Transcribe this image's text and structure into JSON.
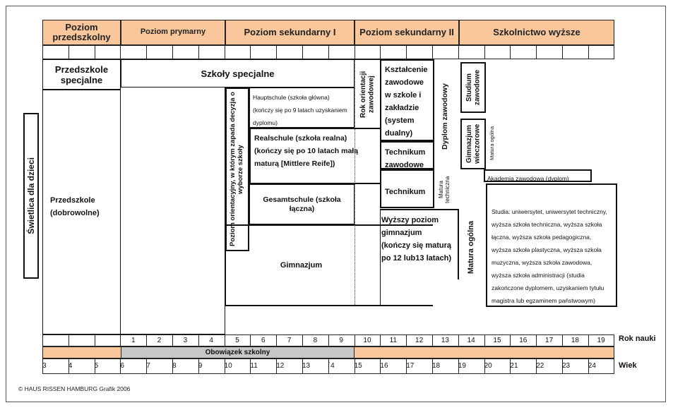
{
  "headers": {
    "preschool": "Poziom przedszkolny",
    "primary": "Poziom prymarny",
    "secondary1": "Poziom sekundarny I",
    "secondary2": "Poziom sekundarny II",
    "higher": "Szkolnictwo wyższe"
  },
  "boxes": {
    "swietlica": "Świetlica dla dzieci",
    "przedszkole_specjalne": "Przedszkole specjalne",
    "szkoly_specjalne": "Szkoły specjalne",
    "przedszkole": "Przedszkole (dobrowolne)",
    "poziom_orientacyjny": "Poziom orientacyjny, w którym zapada decyzja o wyborze szkoły",
    "hauptschule": "Hauptschule (szkoła główna) (kończy się po 9 latach uzyskaniem dyplomu)",
    "realschule": "Realschule (szkoła realna) (kończy się po 10 latach małą maturą [Mittlere Reife])",
    "gesamtschule": "Gesamtschule (szkoła łączna)",
    "gimnazjum": "Gimnazjum",
    "rok_orientacji": "Rok orientacji zawodowej",
    "ksztalcenie": "Kształcenie zawodowe w szkole i zakładzie (system dualny)",
    "technikum_zawodowe": "Technikum zawodowe",
    "technikum": "Technikum",
    "wyzszy_poziom": "Wyższy poziom gimnazjum (kończy się maturą po 12 lub13 latach)",
    "dyplom_zawodowy": "Dyplom zawodowy",
    "matura_techniczna": "Matura techniczna",
    "matura_ogolna_big": "Matura ogólna",
    "studium_zawodowe": "Studium zawodowe",
    "gimnazjum_wieczorowe": "Gimnazjum wieczorowe",
    "matura_ogolna_small": "Matura ogólna",
    "akademia": "Akademia zawodowa (dyplom)",
    "studia": "Studia: uniwersytet, uniwersytet techniczny, wyższa szkoła techniczna, wyższa szkoła łączna, wyższa szkoła pedagogiczna, wyższa szkoła plastyczna, wyższa szkoła muzyczna, wyższa szkoła zawodowa, wyższa szkoła administracji (studia zakończone dyplomem, uzyskaniem tytułu magistra lub egzaminem państwowym)"
  },
  "years": [
    "1",
    "2",
    "3",
    "4",
    "5",
    "6",
    "7",
    "8",
    "9",
    "10",
    "11",
    "12",
    "13",
    "14",
    "15",
    "16",
    "17",
    "18",
    "19"
  ],
  "years_label": "Rok nauki",
  "compulsory": "Obowiązek szkolny",
  "ages": [
    "3",
    "4",
    "5",
    "6",
    "7",
    "8",
    "9",
    "10",
    "11",
    "12",
    "13",
    "´4",
    "15",
    "16",
    "17",
    "18",
    "19",
    "20",
    "21",
    "22",
    "23",
    "24"
  ],
  "ages_label": "Wiek",
  "credit": "© HAUS RISSEN HAMBURG Grafik 2006"
}
